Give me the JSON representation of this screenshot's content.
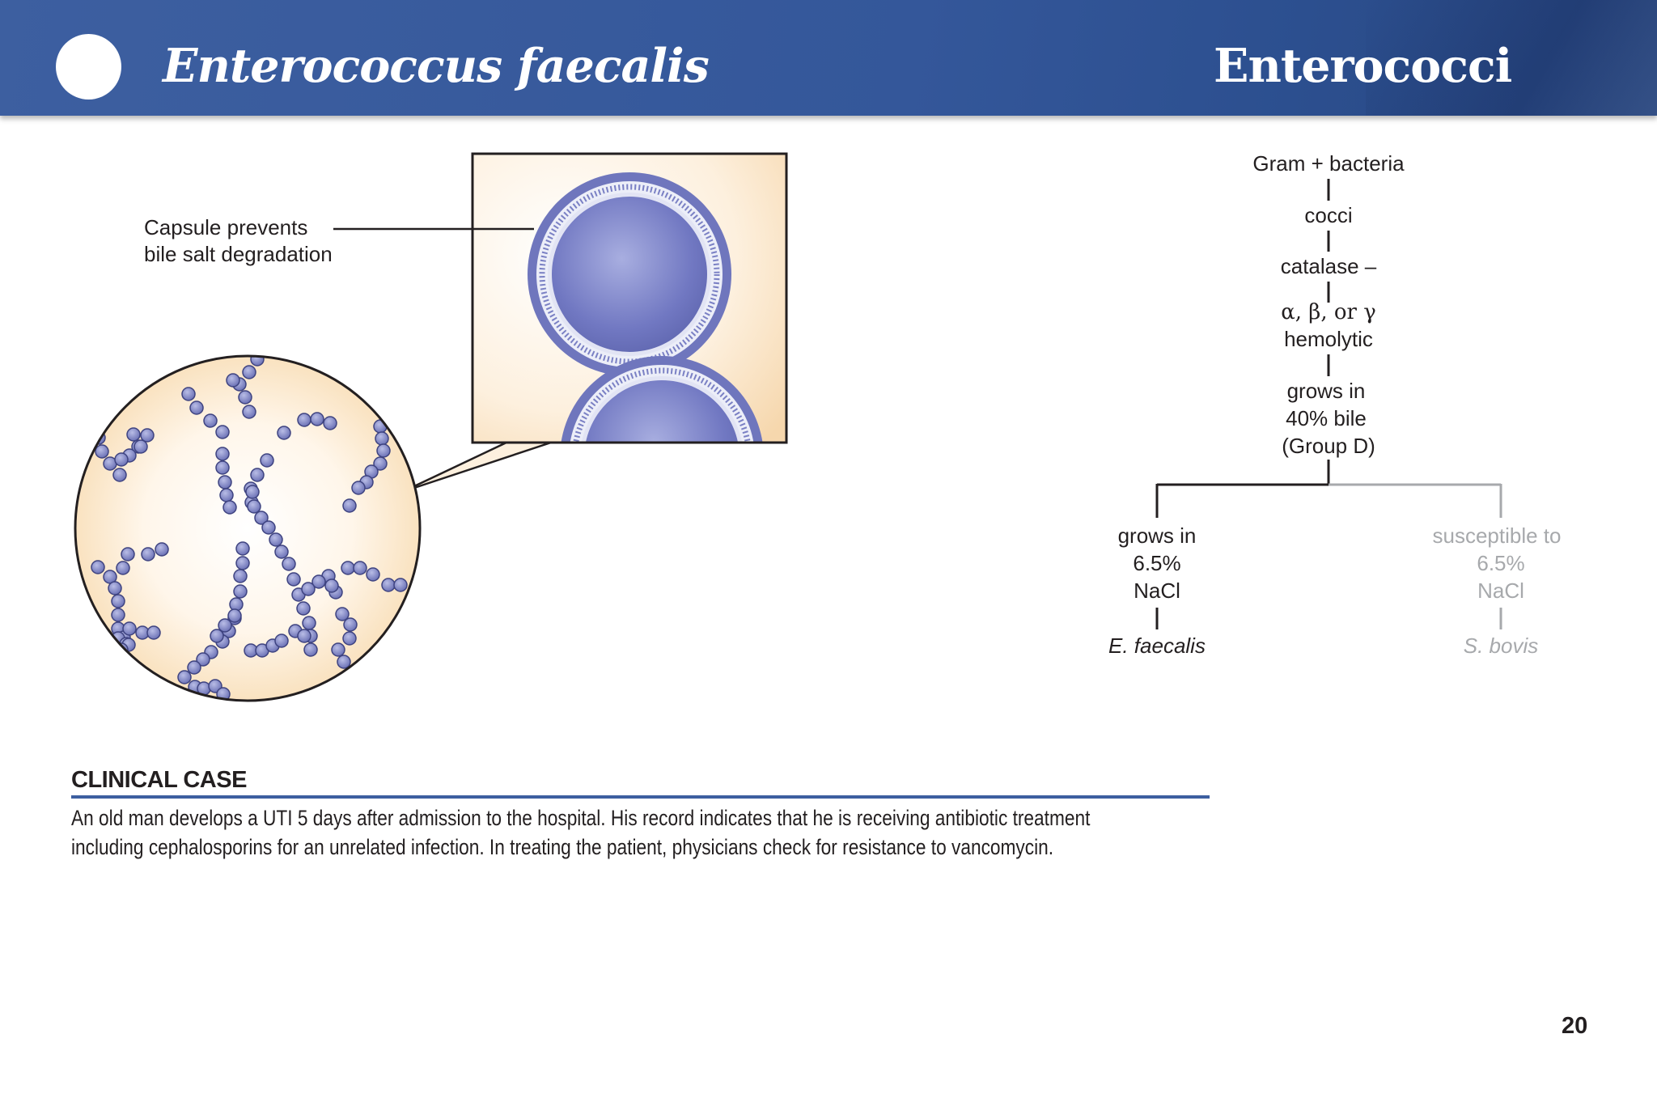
{
  "header": {
    "title": "Enterococcus faecalis",
    "section": "Enterococci"
  },
  "illustration": {
    "caption_line1": "Capsule prevents",
    "caption_line2": "bile salt degradation"
  },
  "flowchart": {
    "root": "Gram + bacteria",
    "steps": [
      "cocci",
      "catalase –"
    ],
    "hemolytic_line1": "α, β, or γ",
    "hemolytic_line2": "hemolytic",
    "bile_line1": "grows in",
    "bile_line2": "40% bile",
    "bile_line3": "(Group D)",
    "left": {
      "line1": "grows in",
      "line2": "6.5%",
      "line3": "NaCl",
      "result": "E. faecalis"
    },
    "right": {
      "line1": "susceptible to",
      "line2": "6.5%",
      "line3": "NaCl",
      "result": "S. bovis"
    },
    "colors": {
      "active": "#231f20",
      "inactive": "#a7a9ac"
    }
  },
  "clinical_case": {
    "heading": "CLINICAL CASE",
    "line1": "An old man develops a UTI 5 days after admission to the hospital. His record indicates that he is receiving antibiotic treatment",
    "line2": "including cephalosporins for an unrelated infection. In treating the patient, physicians check for resistance to vancomycin."
  },
  "page_number": "20",
  "colors": {
    "banner": "#3d5fa0",
    "coccus": "#6d74b8",
    "background_tint": "#fbe6c8"
  }
}
